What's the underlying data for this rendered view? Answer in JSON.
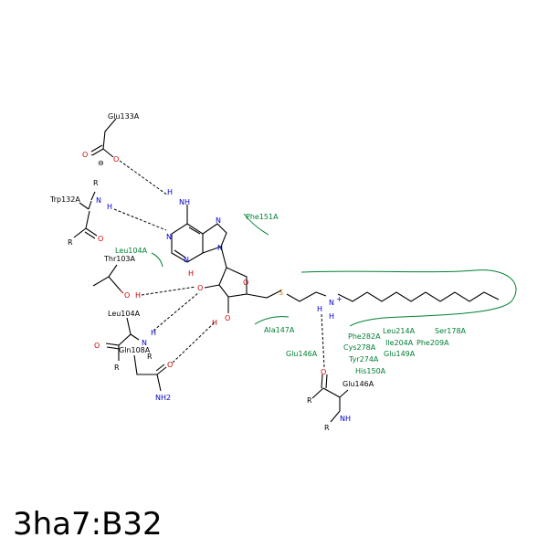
{
  "caption": "3ha7:B32",
  "residues": {
    "glu133": "Glu133A",
    "trp132": "Trp132A",
    "thr103": "Thr103A",
    "leu104_top": "Leu104A",
    "gln108": "Gln108A",
    "glu146": "Glu146A"
  },
  "hydrophobic": {
    "phe151": "Phe151A",
    "leu104": "Leu104A",
    "ala147": "Ala147A",
    "glu146": "Glu146A",
    "phe282": "Phe282A",
    "leu214": "Leu214A",
    "ser178": "Ser178A",
    "cys278": "Cys278A",
    "ile204": "Ile204A",
    "phe209": "Phe209A",
    "tyr274": "Tyr274A",
    "glu149": "Glu149A",
    "his150": "His150A"
  },
  "atoms": {
    "n": "N",
    "nh": "NH",
    "nh2": "NH2",
    "h": "H",
    "o": "O",
    "r": "R",
    "s": "S",
    "ho": "HO",
    "minus": "⊖",
    "plus": "+"
  }
}
